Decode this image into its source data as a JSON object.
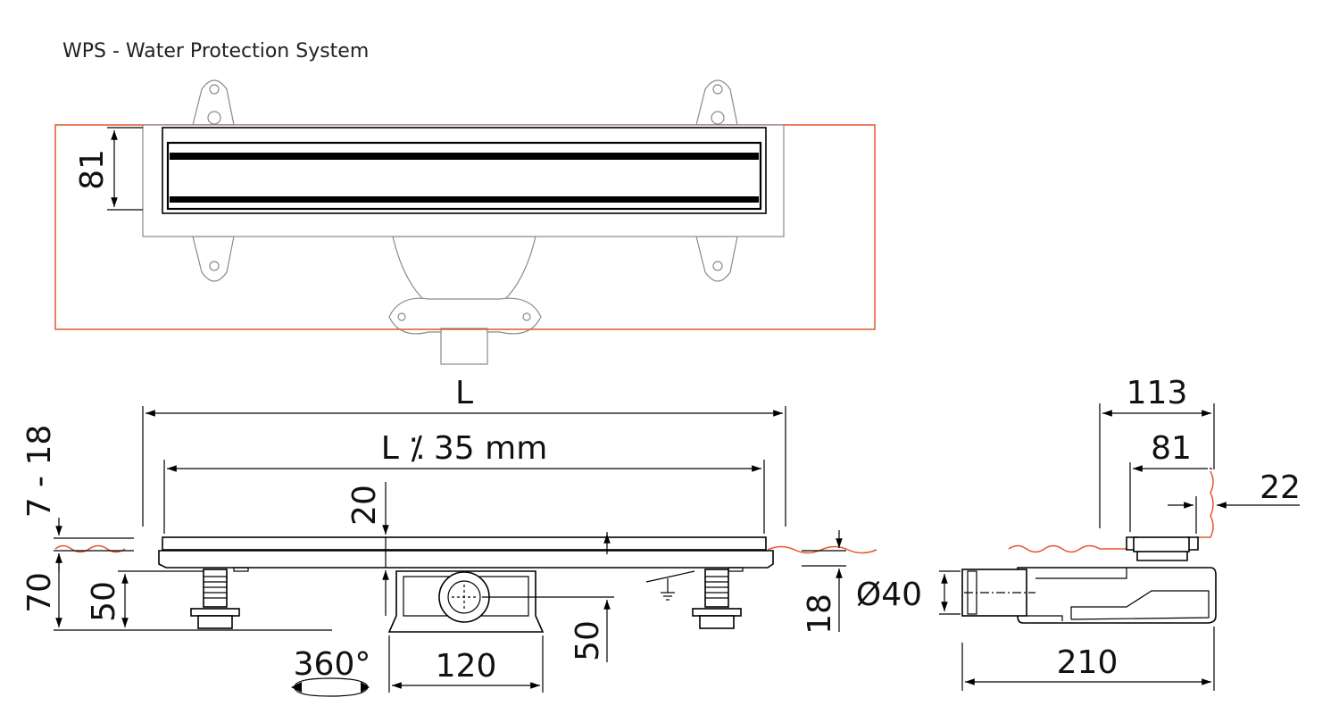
{
  "title": "WPS - Water Protection System",
  "dimensions": {
    "top_height": "81",
    "length": "L",
    "length_minus": "L ⁒ 35 mm",
    "adjust_range": "7 - 18",
    "cover_thickness": "20",
    "total_height": "70",
    "foot_height": "50",
    "outlet_height": "50",
    "rotation": "360°",
    "outlet_width": "120",
    "grate_height": "18",
    "outlet_diameter": "Ø40",
    "side_total_width": "113",
    "side_channel_width": "81",
    "side_flange": "22",
    "side_length": "210"
  },
  "colors": {
    "outline": "#000000",
    "hidden_parts": "#8a8a8a",
    "floor_line": "#e4572e"
  }
}
